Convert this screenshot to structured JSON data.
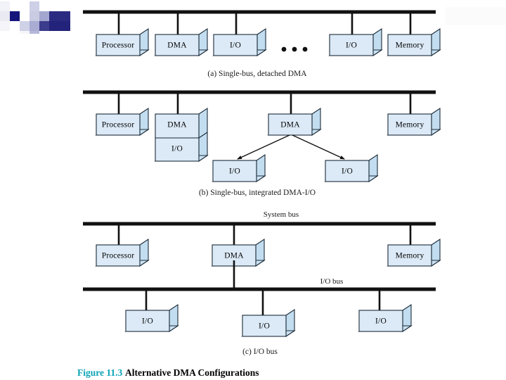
{
  "figure": {
    "number": "Figure 11.3",
    "title": "Alternative DMA Configurations",
    "number_color": "#0aa3b5",
    "title_color": "#000000",
    "box_fill": "#dceaf7",
    "box_side_fill": "#c3ddf0",
    "line_color": "#111111"
  },
  "decoration": {
    "logo_name": "powerpoint-template-squares-logo",
    "colors": [
      "#2a2a7a",
      "#1a1a6e",
      "#9a9ccc",
      "#c8cae4",
      "#e8e9f3"
    ]
  },
  "sections": [
    {
      "id": "a",
      "caption": "(a) Single-bus, detached DMA",
      "bus_label": "",
      "nodes": [
        {
          "label": "Processor"
        },
        {
          "label": "DMA"
        },
        {
          "label": "I/O"
        },
        {
          "label": "I/O"
        },
        {
          "label": "Memory"
        }
      ],
      "ellipsis": "• • •"
    },
    {
      "id": "b",
      "caption": "(b) Single-bus, integrated DMA-I/O",
      "nodes": [
        {
          "label": "Processor"
        },
        {
          "label": "DMA",
          "sub_label": "I/O",
          "stacked": true
        },
        {
          "label": "DMA"
        },
        {
          "label": "Memory"
        }
      ],
      "children": [
        {
          "label": "I/O"
        },
        {
          "label": "I/O"
        }
      ]
    },
    {
      "id": "c",
      "caption": "(c) I/O bus",
      "system_bus_label": "System bus",
      "io_bus_label": "I/O bus",
      "nodes": [
        {
          "label": "Processor"
        },
        {
          "label": "DMA"
        },
        {
          "label": "Memory"
        }
      ],
      "io_nodes": [
        {
          "label": "I/O"
        },
        {
          "label": "I/O"
        },
        {
          "label": "I/O"
        }
      ]
    }
  ]
}
